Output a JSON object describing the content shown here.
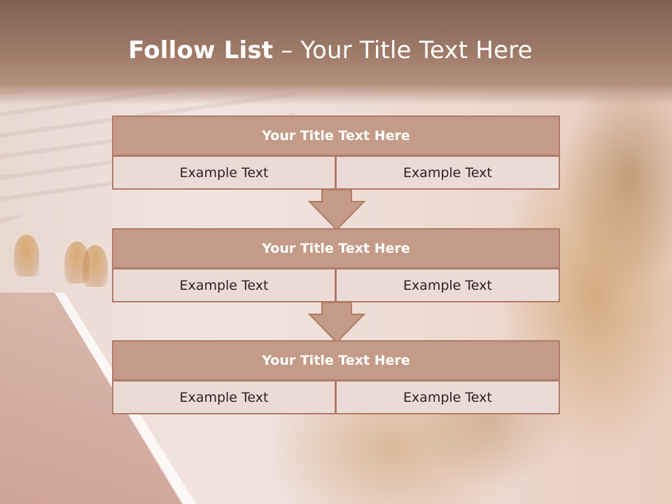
{
  "slide": {
    "title_bold": "Follow List",
    "title_rest": "– Your Title Text Here"
  },
  "list": {
    "blocks": [
      {
        "title": "Your Title Text Here",
        "left": "Example Text",
        "right": "Example Text"
      },
      {
        "title": "Your Title Text Here",
        "left": "Example Text",
        "right": "Example Text"
      },
      {
        "title": "Your Title Text Here",
        "left": "Example Text",
        "right": "Example Text"
      }
    ]
  },
  "colors": {
    "header_band": "#a27d6b",
    "block_title_bg": "#c39b88",
    "block_cell_bg": "#eadbd7",
    "border": "#b27a66",
    "arrow_fill": "#c39b88"
  },
  "icons": {
    "connector": "down-arrow-icon"
  }
}
